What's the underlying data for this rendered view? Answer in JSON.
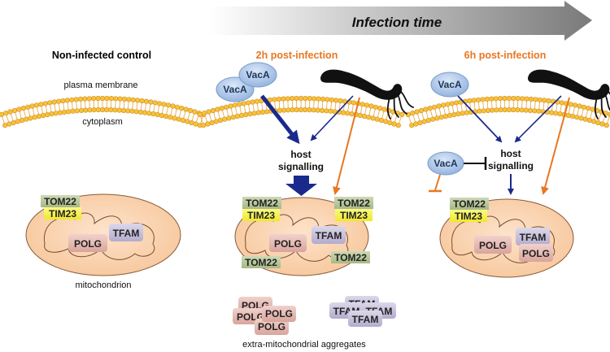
{
  "header": {
    "infection_time": "Infection time"
  },
  "panels": {
    "control": {
      "title": "Non-infected control",
      "plasma_membrane": "plasma membrane",
      "cytoplasm": "cytoplasm",
      "mitochondrion": "mitochondrion"
    },
    "h2": {
      "title": "2h post-infection"
    },
    "h6": {
      "title": "6h post-infection"
    }
  },
  "labels": {
    "vaca": "VacA",
    "host": "host",
    "signalling": "signalling",
    "tom22": "TOM22",
    "tim23": "TIM23",
    "polg": "POLG",
    "tfam": "TFAM",
    "aggregates": "extra-mitochondrial aggregates"
  },
  "colors": {
    "orange": "#e87722",
    "navy": "#1a2a8c",
    "tom_green": "#b7c79a",
    "tim_yellow": "#f5f34a",
    "polg_pink": "#e6b8b2",
    "tfam_lavender": "#c9c3dc",
    "mito_fill": "#fbd3b0",
    "vaca_blue": "#a9c4e8"
  }
}
